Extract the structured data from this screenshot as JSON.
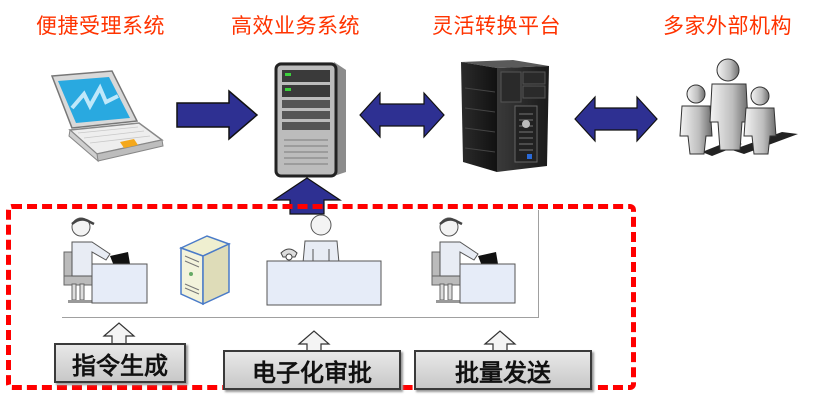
{
  "top_row": {
    "titles": [
      "便捷受理系统",
      "高效业务系统",
      "灵活转换平台",
      "多家外部机构"
    ],
    "title_color": "#ff3300"
  },
  "bottom_group": {
    "steps": [
      "指令生成",
      "电子化审批",
      "批量发送"
    ],
    "border_color": "#ff0000"
  },
  "arrow_color": "#2e3092",
  "icons": {
    "laptop": "laptop-icon",
    "business_server": "server-tower-icon",
    "conversion_server": "dell-tower-server-icon",
    "external_orgs": "people-group-icon",
    "operator_1": "operator-at-desk-icon",
    "small_server": "small-server-icon",
    "approver": "approver-at-desk-icon",
    "operator_2": "operator-at-desk-icon"
  }
}
